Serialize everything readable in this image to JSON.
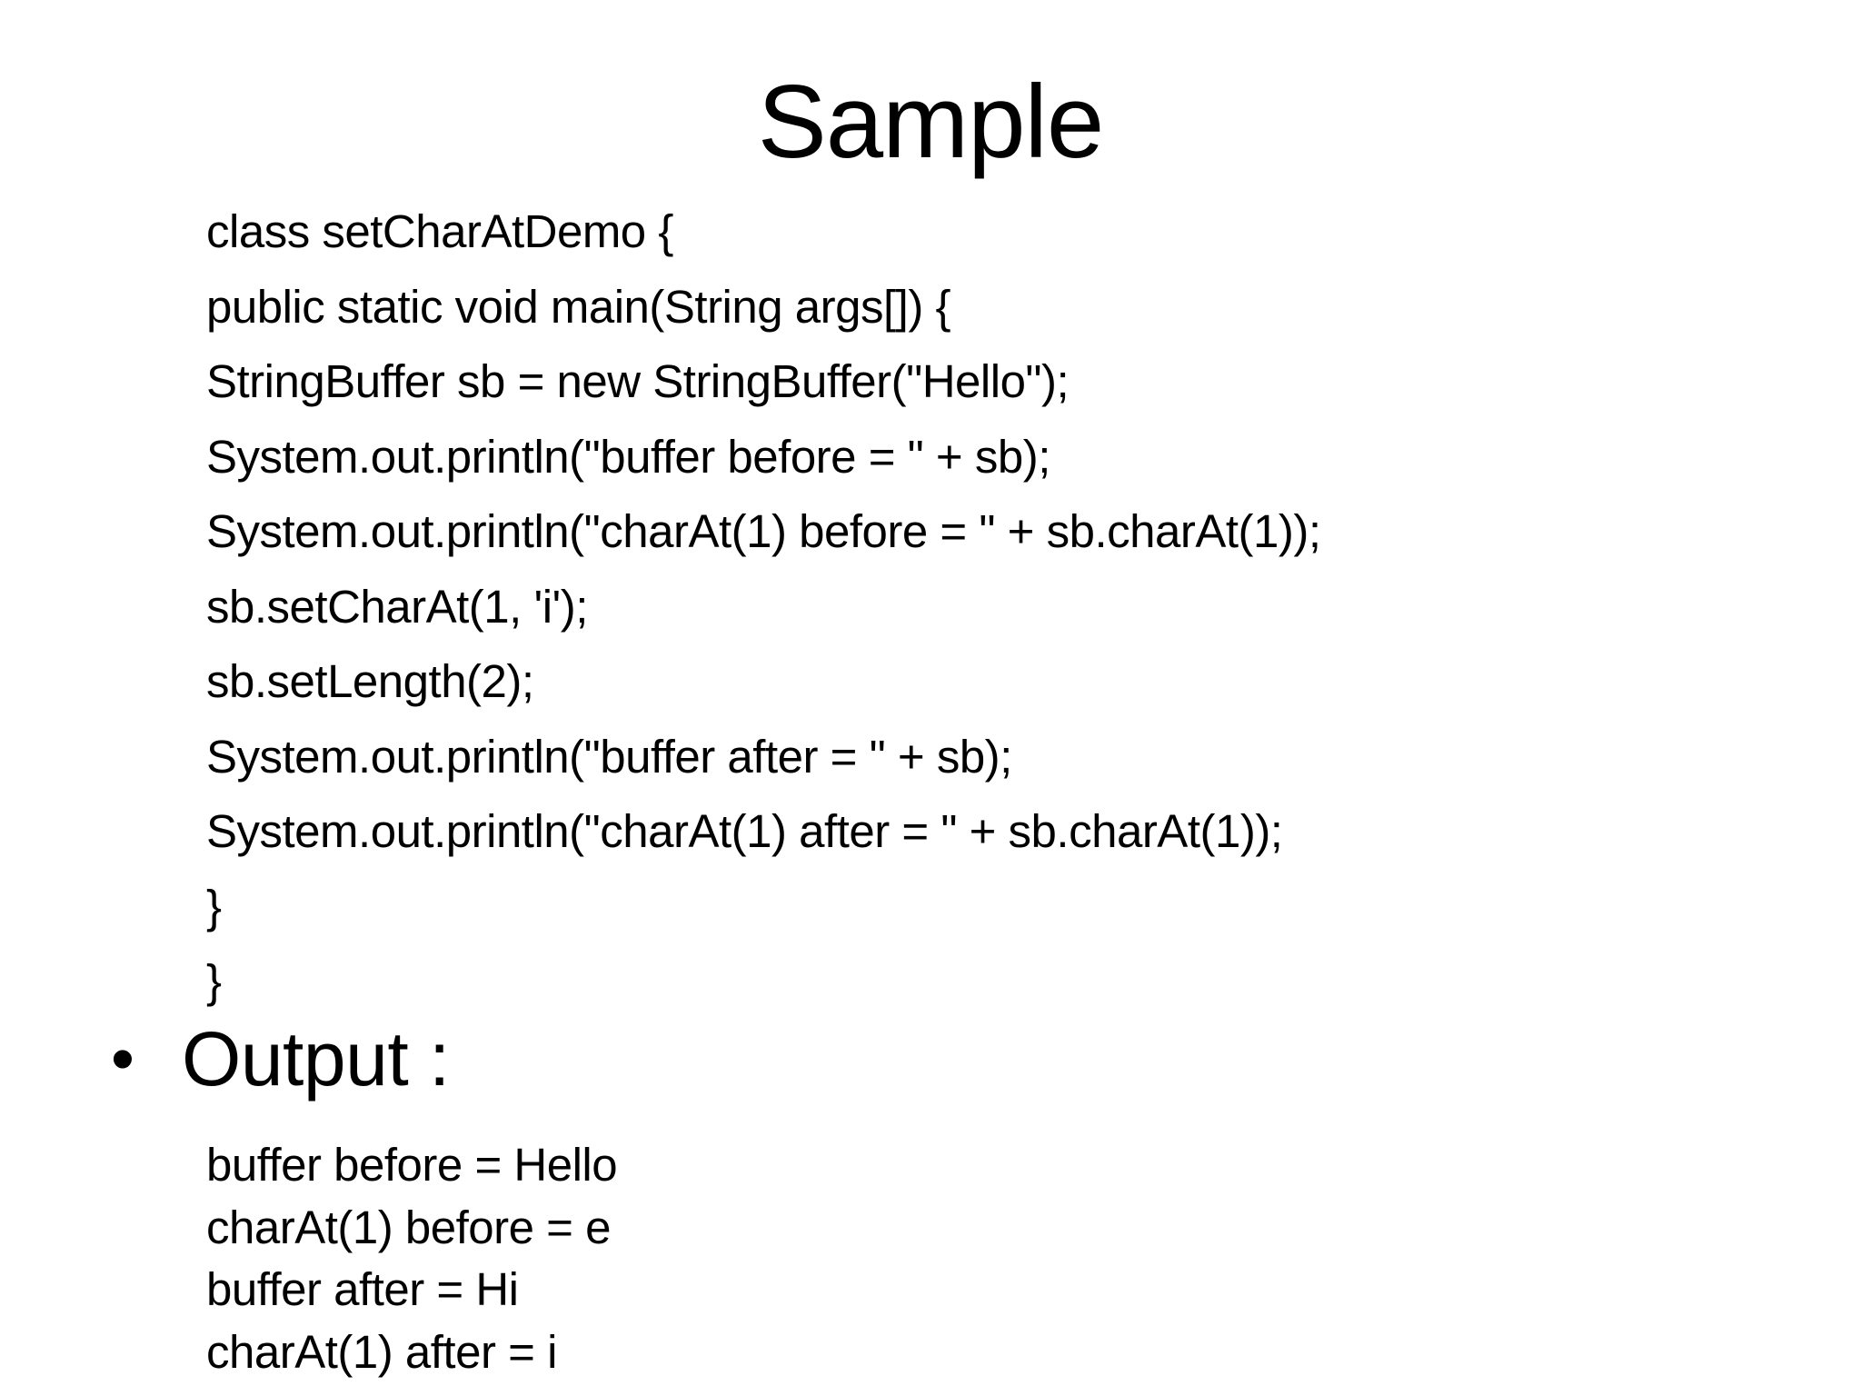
{
  "slide": {
    "title": "Sample",
    "code_lines": [
      "class setCharAtDemo {",
      "public static void main(String args[]) {",
      "StringBuffer sb = new StringBuffer(\"Hello\");",
      "System.out.println(\"buffer before = \" + sb);",
      "System.out.println(\"charAt(1) before = \" + sb.charAt(1));",
      "sb.setCharAt(1, 'i');",
      "sb.setLength(2);",
      "System.out.println(\"buffer after = \" + sb);",
      "System.out.println(\"charAt(1) after = \" + sb.charAt(1));",
      "}",
      "}"
    ],
    "bullet_symbol": "•",
    "output_label": "Output :",
    "output_lines": [
      "buffer before = Hello",
      "charAt(1) before = e",
      "buffer after = Hi",
      "charAt(1) after = i"
    ]
  }
}
